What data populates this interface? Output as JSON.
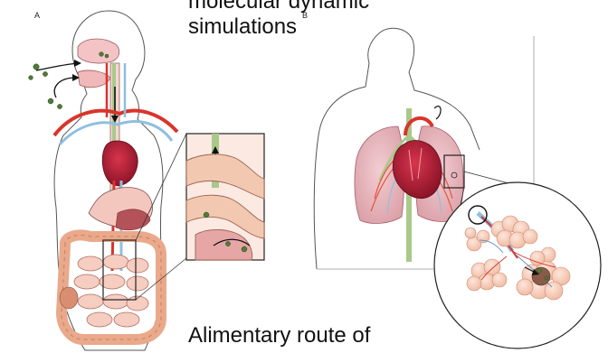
{
  "panels": {
    "a": {
      "letter": "A"
    },
    "b": {
      "letter": "B"
    }
  },
  "overlay_text": {
    "top_line_1": "molecular dynamic",
    "top_line_2": "simulations",
    "bottom_line": "Alimentary route of"
  },
  "colors": {
    "skin": "#f6d6cf",
    "artery": "#d9342b",
    "vein": "#8fbfe0",
    "lung": "#e8b8be",
    "heart": "#b8243a",
    "intestine": "#f2c8b0",
    "virus": "#4f7a3a",
    "trachea": "#a9c98a"
  }
}
